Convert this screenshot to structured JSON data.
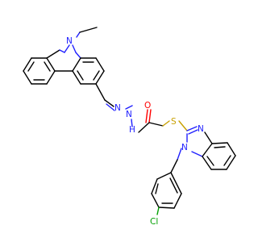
{
  "molecule": {
    "atoms": [
      {
        "id": "N1",
        "text": "N",
        "color": "#2020ff"
      },
      {
        "id": "N2",
        "text": "N",
        "color": "#2020ff"
      },
      {
        "id": "N3",
        "text": "N",
        "color": "#2020ff"
      },
      {
        "id": "H1",
        "text": "H",
        "color": "#2020ff"
      },
      {
        "id": "O1",
        "text": "O",
        "color": "#ff0000"
      },
      {
        "id": "S1",
        "text": "S",
        "color": "#c8a000"
      },
      {
        "id": "N4",
        "text": "N",
        "color": "#2020ff"
      },
      {
        "id": "N5",
        "text": "N",
        "color": "#2020ff"
      },
      {
        "id": "Cl1",
        "text": "Cl",
        "color": "#00a000"
      }
    ]
  }
}
